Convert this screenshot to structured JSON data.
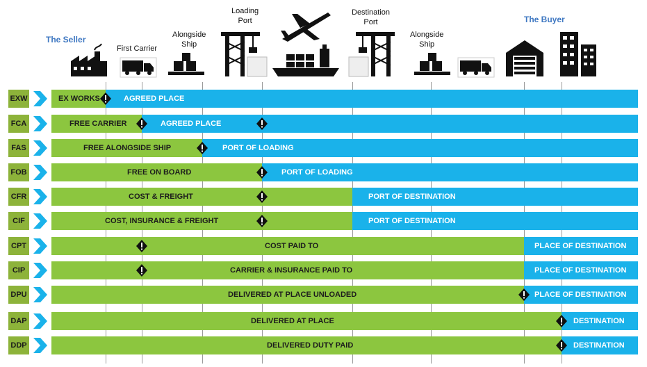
{
  "headers": {
    "seller": "The Seller",
    "first_carrier": "First Carrier",
    "alongside_ship_1": [
      "Alongside",
      "Ship"
    ],
    "loading_port": [
      "Loading",
      "Port"
    ],
    "destination_port": [
      "Destination",
      "Port"
    ],
    "alongside_ship_2": [
      "Alongside",
      "Ship"
    ],
    "buyer": "The Buyer"
  },
  "icons": [
    "factory-icon",
    "truck-icon",
    "pallet-icon",
    "crane-icon",
    "airplane-icon",
    "cargo-ship-icon",
    "crane-icon",
    "pallet-icon",
    "truck-icon",
    "warehouse-icon",
    "city-buildings-icon"
  ],
  "colors": {
    "code_bg": "#8db33a",
    "chevron": "#1ab2ea",
    "seller_segment": "#8cc63f",
    "buyer_segment": "#1ab2ea",
    "header_party": "#3f78c2"
  },
  "rows": [
    {
      "code": "EXW",
      "seller_label": "EX WORKS",
      "buyer_label": "AGREED PLACE"
    },
    {
      "code": "FCA",
      "seller_label": "FREE CARRIER",
      "buyer_label": "AGREED PLACE"
    },
    {
      "code": "FAS",
      "seller_label": "FREE ALONGSIDE SHIP",
      "buyer_label": "PORT OF LOADING"
    },
    {
      "code": "FOB",
      "seller_label": "FREE  ON BOARD",
      "buyer_label": "PORT OF LOADING"
    },
    {
      "code": "CFR",
      "seller_label": "COST & FREIGHT",
      "buyer_label": "PORT OF DESTINATION"
    },
    {
      "code": "CIF",
      "seller_label": "COST, INSURANCE & FREIGHT",
      "buyer_label": "PORT OF DESTINATION"
    },
    {
      "code": "CPT",
      "seller_label": "COST PAID TO",
      "buyer_label": "PLACE OF DESTINATION"
    },
    {
      "code": "CIP",
      "seller_label": "CARRIER & INSURANCE PAID TO",
      "buyer_label": "PLACE OF DESTINATION"
    },
    {
      "code": "DPU",
      "seller_label": "DELIVERED AT PLACE UNLOADED",
      "buyer_label": "PLACE OF DESTINATION"
    },
    {
      "code": "DAP",
      "seller_label": "DELIVERED AT PLACE",
      "buyer_label": "DESTINATION"
    },
    {
      "code": "DDP",
      "seller_label": "DELIVERED DUTY PAID",
      "buyer_label": "DESTINATION"
    }
  ]
}
